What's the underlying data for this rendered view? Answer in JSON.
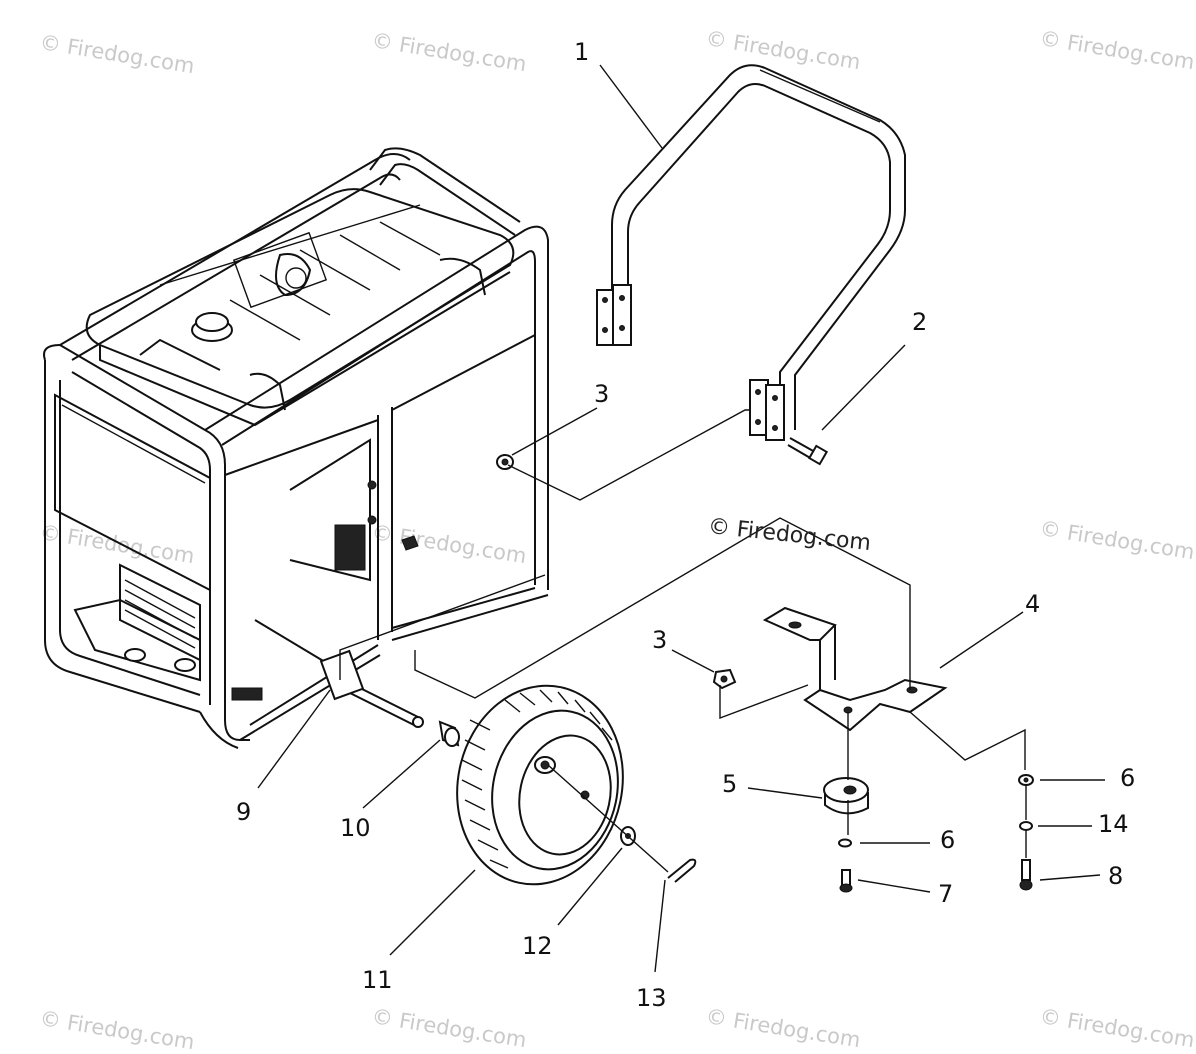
{
  "watermark": "© Firedog.com",
  "callouts": {
    "p1": "1",
    "p2": "2",
    "p3a": "3",
    "p3b": "3",
    "p4": "4",
    "p5": "5",
    "p6a": "6",
    "p6b": "6",
    "p7": "7",
    "p8": "8",
    "p9": "9",
    "p10": "10",
    "p11": "11",
    "p12": "12",
    "p13": "13",
    "p14": "14"
  }
}
